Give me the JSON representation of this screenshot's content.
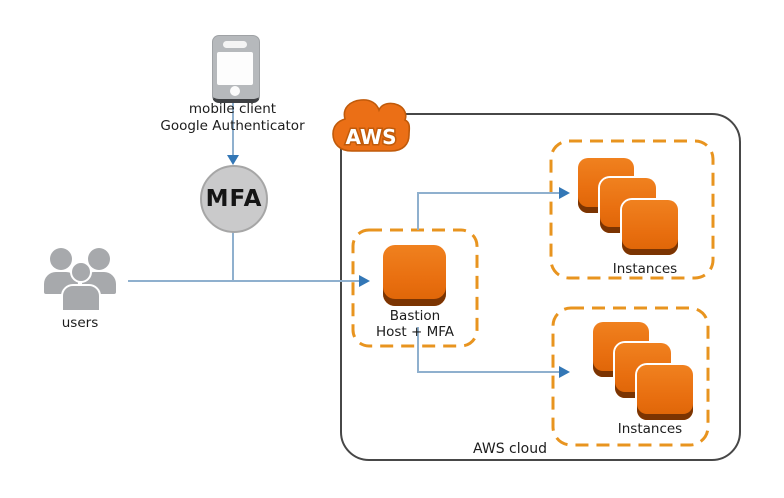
{
  "labels": {
    "mobile_client_line1": "mobile client",
    "mobile_client_line2": "Google Authenticator",
    "mfa": "MFA",
    "users": "users",
    "aws_badge": "AWS",
    "bastion_line1": "Bastion",
    "bastion_line2": "Host + MFA",
    "instances_top": "Instances",
    "instances_bottom": "Instances",
    "aws_cloud": "AWS cloud"
  },
  "colors": {
    "aws_orange": "#ec7318",
    "orange_dark_edge": "#723002",
    "dashed_border_orange": "#e8941f",
    "cloud_badge_orange": "#eb6f16",
    "cloud_badge_outline": "#c05a0a",
    "connector_blue": "#8fb0ce",
    "arrowhead_blue": "#3377b6",
    "icon_gray": "#a7a9ac",
    "boundary_border_gray": "#474747"
  }
}
